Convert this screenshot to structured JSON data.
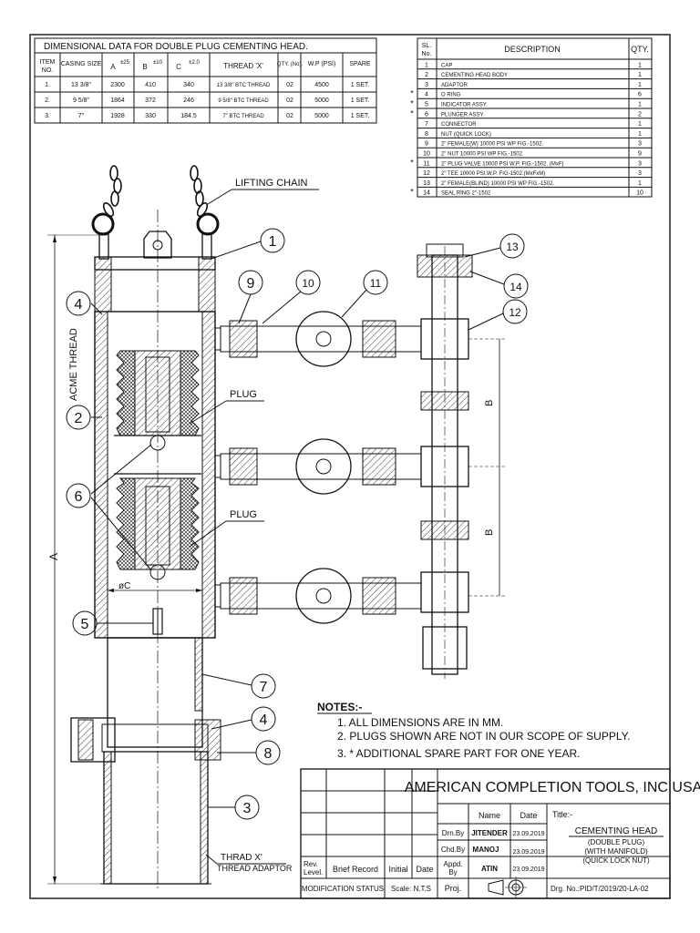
{
  "dim_table": {
    "title": "DIMENSIONAL DATA FOR DOUBLE PLUG CEMENTING HEAD.",
    "headers": {
      "item": "ITEM NO.",
      "casing": "CASING SIZE",
      "a": "A",
      "a_tol": "±25",
      "b": "B",
      "b_tol": "±10",
      "c": "C",
      "c_tol": "±2.0",
      "thread": "THREAD 'X'",
      "qty": "QTY. (No).",
      "wp": "W.P (PSI)",
      "spare": "SPARE"
    },
    "rows": [
      {
        "item": "1.",
        "casing": "13 3/8\"",
        "a": "2300",
        "b": "410",
        "c": "340",
        "thread": "13 3/8\" BTC THREAD",
        "qty": "02",
        "wp": "4500",
        "spare": "1 SET."
      },
      {
        "item": "2.",
        "casing": "9 5/8\"",
        "a": "1864",
        "b": "372",
        "c": "246",
        "thread": "9 5/8\" BTC THREAD",
        "qty": "02",
        "wp": "5000",
        "spare": "1 SET."
      },
      {
        "item": "3.",
        "casing": "7\"",
        "a": "1928",
        "b": "330",
        "c": "184.5",
        "thread": "7\" BTC THREAD",
        "qty": "02",
        "wp": "5000",
        "spare": "1 SET."
      }
    ]
  },
  "parts_list": {
    "headers": {
      "sl": "SL. No.",
      "description": "DESCRIPTION",
      "qty": "QTY."
    },
    "rows": [
      {
        "star": "",
        "sl": "1",
        "description": "CAP",
        "qty": "1"
      },
      {
        "star": "",
        "sl": "2",
        "description": "CEMENTING HEAD BODY",
        "qty": "1"
      },
      {
        "star": "",
        "sl": "3",
        "description": "ADAPTOR",
        "qty": "1"
      },
      {
        "star": "*",
        "sl": "4",
        "description": "O RING",
        "qty": "6"
      },
      {
        "star": "*",
        "sl": "5",
        "description": "INDICATOR ASSY.",
        "qty": "1"
      },
      {
        "star": "*",
        "sl": "6",
        "description": "PLUNGER ASSY",
        "qty": "2"
      },
      {
        "star": "",
        "sl": "7",
        "description": "CONNECTOR",
        "qty": "1"
      },
      {
        "star": "",
        "sl": "8",
        "description": "NUT (QUICK LOCK)",
        "qty": "1"
      },
      {
        "star": "",
        "sl": "9",
        "description": "2\" FEMALE(W) 10000 PSI WP  FIG.-1502.",
        "qty": "3"
      },
      {
        "star": "",
        "sl": "10",
        "description": "2\" NUT 10000 PSI WP  FIG.-1502.",
        "qty": "9"
      },
      {
        "star": "*",
        "sl": "11",
        "description": "2\" PLUG VALVE 10000 PSI W.P. FIG.-1502. (MxF)",
        "qty": "3"
      },
      {
        "star": "",
        "sl": "12",
        "description": "2\" TEE  10000 PSI.W.P. FIG-1502.(MxFxM)",
        "qty": "3"
      },
      {
        "star": "",
        "sl": "13",
        "description": "2\" FEMALE(BLIND) 10000 PSI WP  FIG.-1502.",
        "qty": "1"
      },
      {
        "star": "*",
        "sl": "14",
        "description": "SEAL RING 2\"-1502",
        "qty": "10"
      }
    ]
  },
  "labels": {
    "lifting_chain": "LIFTING CHAIN",
    "acme_thread": "ACME THREAD",
    "plug_upper": "PLUG",
    "plug_lower": "PLUG",
    "dim_a": "A",
    "dim_b1": "B",
    "dim_b2": "B",
    "dim_c": "øC",
    "thread_x": "THRAD X'",
    "thread_adaptor": "THREAD ADAPTOR"
  },
  "balloons": [
    "1",
    "2",
    "3",
    "4",
    "4",
    "5",
    "6",
    "7",
    "8",
    "9",
    "10",
    "11",
    "12",
    "13",
    "14"
  ],
  "notes": {
    "title": "NOTES:-",
    "items": [
      "1. ALL DIMENSIONS ARE IN MM.",
      "2. PLUGS SHOWN ARE NOT IN OUR SCOPE OF SUPPLY.",
      "3. * ADDITIONAL SPARE PART FOR ONE YEAR."
    ]
  },
  "title_block": {
    "company": "AMERICAN COMPLETION TOOLS, INC USA",
    "name_label": "Name",
    "date_label": "Date",
    "title_label": "Title:-",
    "drn_by": "Drn.By",
    "drn_name": "JITENDER",
    "drn_date": "23.09.2019",
    "chd_by": "Chd.By",
    "chd_name": "MANOJ",
    "chd_date": "23.09.2019",
    "appd_by": "Appd. By",
    "appd_name": "ATIN",
    "appd_date": "23.09.2019",
    "title_main": "CEMENTING HEAD",
    "title_sub1": "(DOUBLE PLUG)",
    "title_sub2": "(WITH MANIFOLD)",
    "title_sub3": "(QUICK LOCK NUT)",
    "rev_level": "Rev. Level.",
    "brief_record": "Brief Record",
    "initial": "Initial",
    "date": "Date",
    "modification_status": "MODIFICATION STATUS",
    "scale": "Scale: N.T.S",
    "proj": "Proj.",
    "drg_no": "Drg. No.:PID/T/2019/20-LA-02"
  }
}
